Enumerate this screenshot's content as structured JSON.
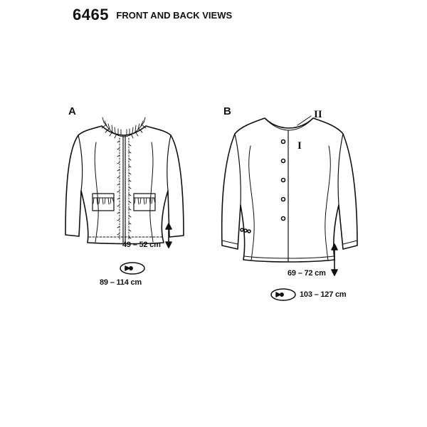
{
  "header": {
    "pattern_number": "6465",
    "subtitle": "FRONT AND BACK VIEWS"
  },
  "view_a": {
    "label": "A",
    "length": "49 – 52 cm",
    "width": "89 – 114 cm"
  },
  "view_b": {
    "label": "B",
    "piece_one": "I",
    "piece_two": "II",
    "length": "69 – 72 cm",
    "width": "103 – 127 cm"
  },
  "icons": {
    "length": "double-arrow-icon",
    "width": "tape-loop-icon"
  }
}
